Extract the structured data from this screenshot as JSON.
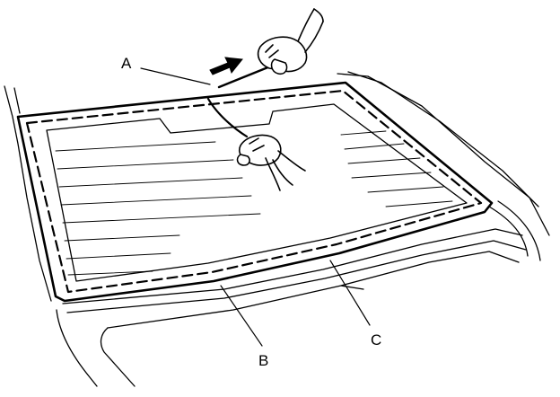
{
  "diagram": {
    "callouts": {
      "a": "A",
      "b": "B",
      "c": "C"
    },
    "colors": {
      "ink": "#000000",
      "paper": "#ffffff"
    },
    "icons": [
      "upper-hand-icon",
      "lower-hand-icon",
      "direction-arrow-icon"
    ]
  }
}
